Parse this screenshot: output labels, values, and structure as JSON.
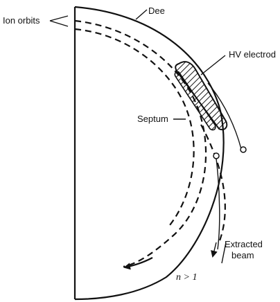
{
  "labels": {
    "ion_orbits": "Ion orbits",
    "dee": "Dee",
    "hv_electrode": "HV electrod",
    "septum": "Septum",
    "extracted_beam_line1": "Extracted",
    "extracted_beam_line2": "beam",
    "condition": "n > 1"
  },
  "colors": {
    "ink": "#111111",
    "background": "#ffffff"
  }
}
